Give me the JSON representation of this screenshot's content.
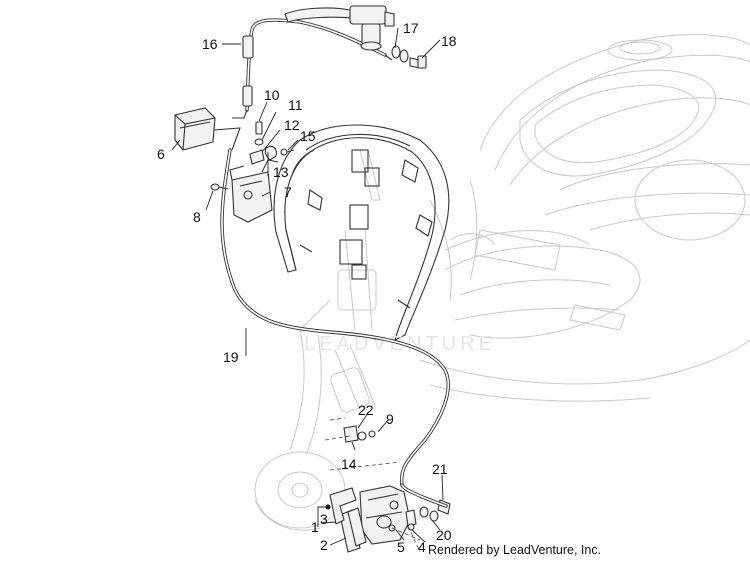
{
  "watermark": "LEADVENTURE",
  "credit": "Rendered by LeadVenture, Inc.",
  "callouts": [
    "1",
    "2",
    "3",
    "4",
    "5",
    "6",
    "7",
    "8",
    "9",
    "10",
    "11",
    "12",
    "13",
    "14",
    "15",
    "16",
    "17",
    "18",
    "19",
    "20",
    "21",
    "22"
  ]
}
